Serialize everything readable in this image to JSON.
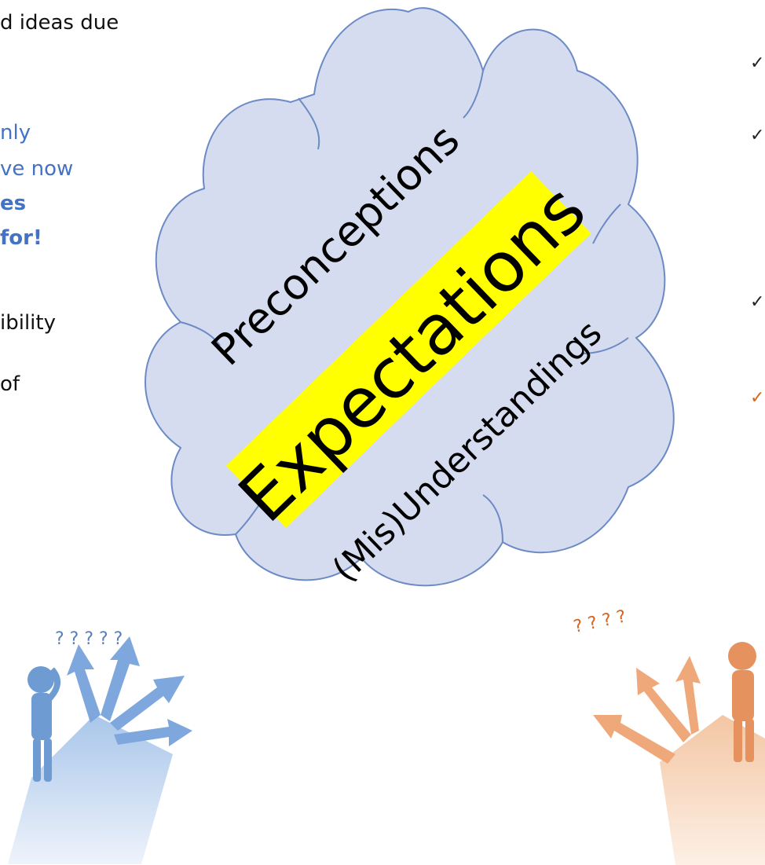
{
  "left_text": {
    "line1": "d ideas due",
    "line2": "nly",
    "line3": "ve now",
    "line4": "es",
    "line5": "for!",
    "line6": "ibility",
    "line7": "of"
  },
  "cloud": {
    "word1": "Preconceptions",
    "word2": "Expectations",
    "word3": "(Mis)Understandings"
  },
  "question_marks": {
    "left": "? ? ? ? ?",
    "right": "? ? ? ?"
  },
  "colors": {
    "cloud_fill": "#d6dcf0",
    "cloud_stroke": "#6c8ac4",
    "highlight": "#ffff00",
    "blue_text": "#4472c4",
    "orange": "#d9651f"
  }
}
